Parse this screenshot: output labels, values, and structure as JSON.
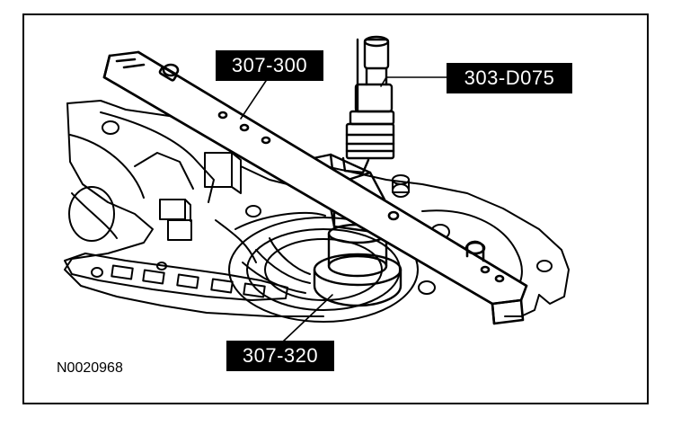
{
  "figure": {
    "id_label": "N0020968",
    "line_color": "#000000",
    "background": "#ffffff"
  },
  "callouts": [
    {
      "key": "tool_bar",
      "text": "307-300"
    },
    {
      "key": "dial_indicator",
      "text": "303-D075"
    },
    {
      "key": "adapter",
      "text": "307-320"
    }
  ]
}
